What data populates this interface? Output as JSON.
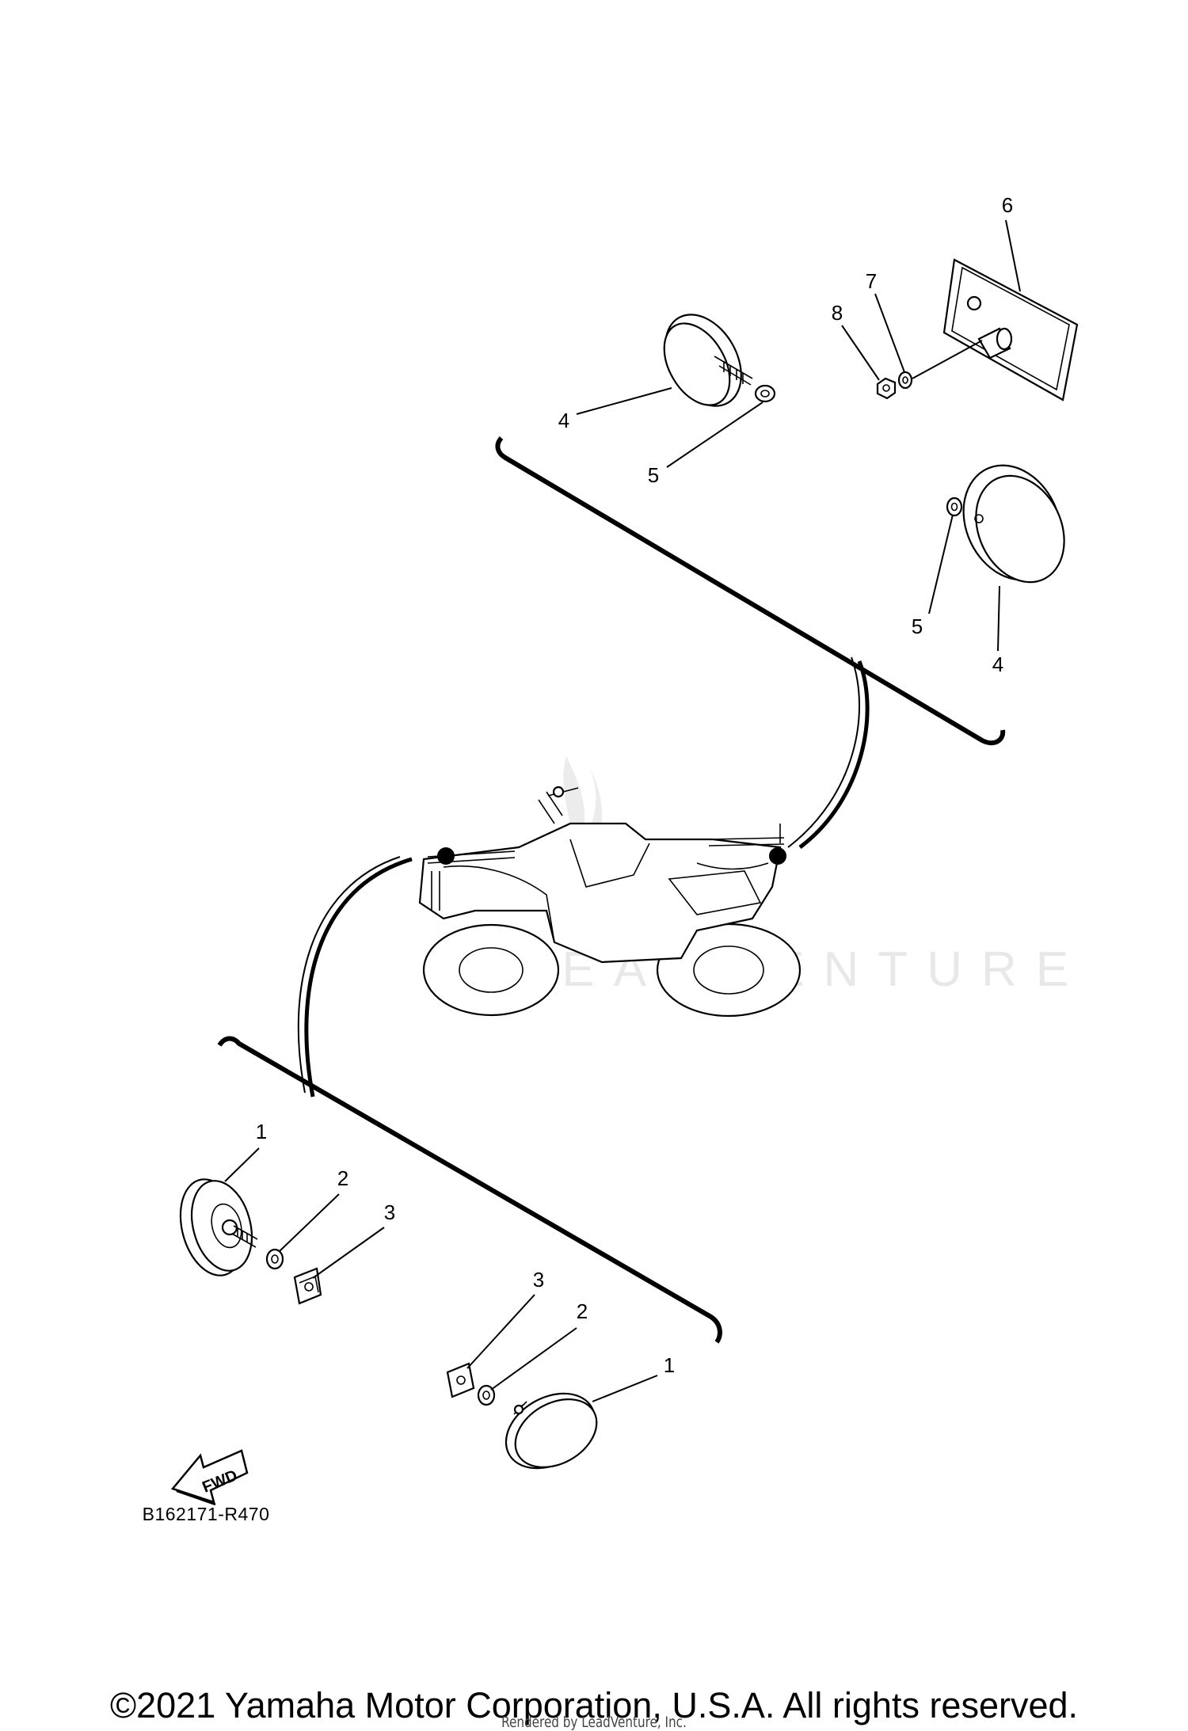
{
  "diagram": {
    "callouts": {
      "c1_top": "1",
      "c2_top": "2",
      "c3_top": "3",
      "c1_bottom": "1",
      "c2_bottom": "2",
      "c3_bottom": "3",
      "c4_left": "4",
      "c5_left": "5",
      "c4_right": "4",
      "c5_right": "5",
      "c6": "6",
      "c7": "7",
      "c8": "8"
    },
    "fwd_label": "FWD",
    "reference_code": "B162171-R470",
    "watermark": "LEADVENTURE"
  },
  "footer": {
    "copyright": "©2021 Yamaha Motor Corporation, U.S.A. All rights reserved.",
    "rendered_by": "Rendered by LeadVenture, Inc."
  }
}
